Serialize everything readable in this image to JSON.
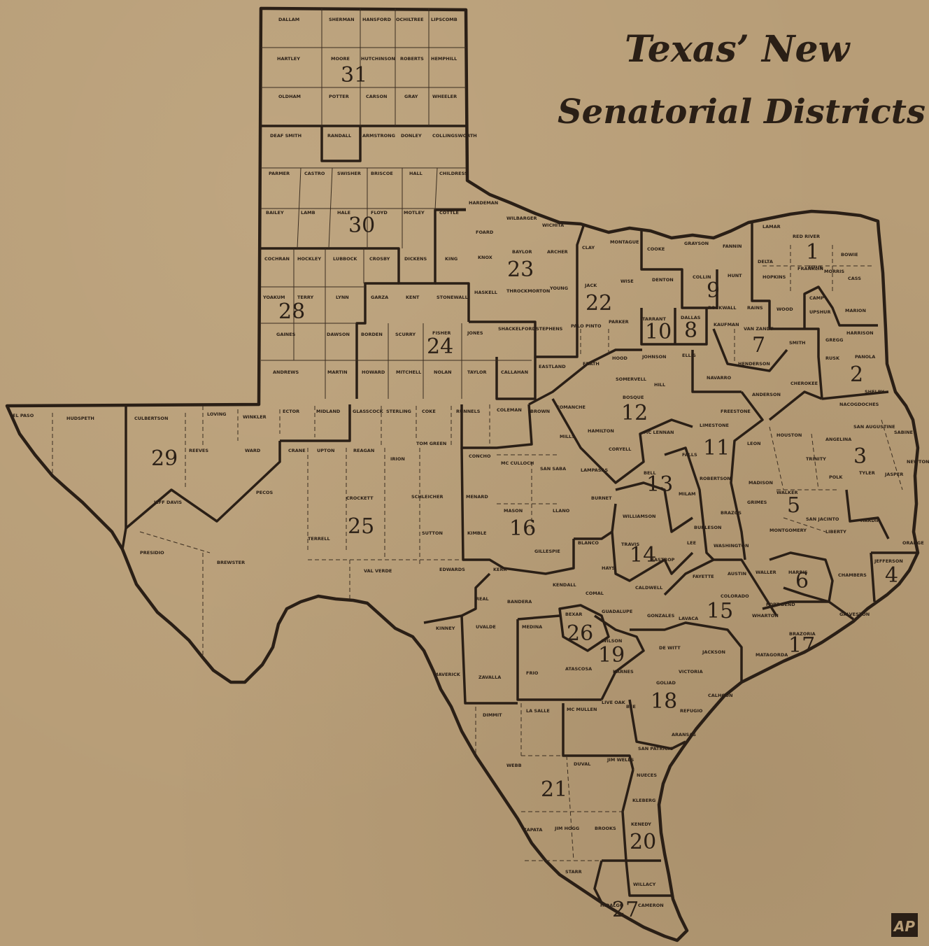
{
  "title": {
    "line1": "Texas’ New",
    "line2": "Senatorial Districts"
  },
  "credit": "AP",
  "districts": [
    "1",
    "2",
    "3",
    "4",
    "5",
    "6",
    "7",
    "8",
    "9",
    "10",
    "11",
    "12",
    "13",
    "14",
    "15",
    "16",
    "17",
    "18",
    "19",
    "20",
    "21",
    "22",
    "23",
    "24",
    "25",
    "26",
    "27",
    "28",
    "29",
    "30",
    "31"
  ],
  "counties": [
    "DALLAM",
    "SHERMAN",
    "HANSFORD",
    "OCHILTREE",
    "LIPSCOMB",
    "HARTLEY",
    "MOORE",
    "HUTCHINSON",
    "ROBERTS",
    "HEMPHILL",
    "OLDHAM",
    "POTTER",
    "CARSON",
    "GRAY",
    "WHEELER",
    "DEAF SMITH",
    "RANDALL",
    "ARMSTRONG",
    "DONLEY",
    "COLLINGSWORTH",
    "PARMER",
    "CASTRO",
    "SWISHER",
    "BRISCOE",
    "HALL",
    "CHILDRESS",
    "BAILEY",
    "LAMB",
    "HALE",
    "FLOYD",
    "MOTLEY",
    "COTTLE",
    "COCHRAN",
    "HOCKLEY",
    "LUBBOCK",
    "CROSBY",
    "DICKENS",
    "KING",
    "YOAKUM",
    "TERRY",
    "LYNN",
    "GARZA",
    "KENT",
    "STONEWALL",
    "GAINES",
    "DAWSON",
    "BORDEN",
    "SCURRY",
    "FISHER",
    "JONES",
    "ANDREWS",
    "MARTIN",
    "HOWARD",
    "MITCHELL",
    "NOLAN",
    "TAYLOR",
    "HARDEMAN",
    "FOARD",
    "WILBARGER",
    "WICHITA",
    "KNOX",
    "BAYLOR",
    "ARCHER",
    "HASKELL",
    "THROCKMORTON",
    "YOUNG",
    "CLAY",
    "MONTAGUE",
    "COOKE",
    "GRAYSON",
    "FANNIN",
    "LAMAR",
    "RED RIVER",
    "BOWIE",
    "JACK",
    "WISE",
    "DENTON",
    "COLLIN",
    "HUNT",
    "DELTA",
    "HOPKINS",
    "FRANKLIN",
    "TITUS",
    "MORRIS",
    "CASS",
    "SHACKELFORD",
    "STEPHENS",
    "PALO PINTO",
    "PARKER",
    "TARRANT",
    "DALLAS",
    "ROCKWALL",
    "RAINS",
    "WOOD",
    "CAMP",
    "UPSHUR",
    "MARION",
    "KAUFMAN",
    "VAN ZANDT",
    "SMITH",
    "GREGG",
    "HARRISON",
    "CALLAHAN",
    "EASTLAND",
    "ERATH",
    "HOOD",
    "JOHNSON",
    "ELLIS",
    "HENDERSON",
    "RUSK",
    "PANOLA",
    "EL PASO",
    "HUDSPETH",
    "CULBERTSON",
    "LOVING",
    "WINKLER",
    "ECTOR",
    "MIDLAND",
    "GLASSCOCK",
    "STERLING",
    "COKE",
    "RUNNELS",
    "COLEMAN",
    "BROWN",
    "COMANCHE",
    "SOMERVELL",
    "BOSQUE",
    "HILL",
    "NAVARRO",
    "ANDERSON",
    "CHEROKEE",
    "SHELBY",
    "NACOGDOCHES",
    "SABINE",
    "REEVES",
    "WARD",
    "CRANE",
    "UPTON",
    "REAGAN",
    "TOM GREEN",
    "IRION",
    "CONCHO",
    "MILLS",
    "HAMILTON",
    "CORYELL",
    "MC LENNAN",
    "LIMESTONE",
    "FREESTONE",
    "LEON",
    "HOUSTON",
    "ANGELINA",
    "SAN AUGUSTINE",
    "NEWTON",
    "JEFF DAVIS",
    "PECOS",
    "CROCKETT",
    "SCHLEICHER",
    "MENARD",
    "MC CULLOCH",
    "SAN SABA",
    "LAMPASAS",
    "BELL",
    "FALLS",
    "ROBERTSON",
    "MADISON",
    "TRINITY",
    "POLK",
    "TYLER",
    "JASPER",
    "PRESIDIO",
    "BREWSTER",
    "TERRELL",
    "SUTTON",
    "KIMBLE",
    "MASON",
    "LLANO",
    "BURNET",
    "WILLIAMSON",
    "MILAM",
    "BRAZOS",
    "GRIMES",
    "WALKER",
    "SAN JACINTO",
    "HARDIN",
    "VAL VERDE",
    "EDWARDS",
    "KERR",
    "GILLESPIE",
    "BLANCO",
    "TRAVIS",
    "LEE",
    "BURLESON",
    "WASHINGTON",
    "MONTGOMERY",
    "LIBERTY",
    "ORANGE",
    "JEFFERSON",
    "REAL",
    "BANDERA",
    "KENDALL",
    "COMAL",
    "HAYS",
    "BASTROP",
    "FAYETTE",
    "AUSTIN",
    "WALLER",
    "HARRIS",
    "CHAMBERS",
    "KINNEY",
    "UVALDE",
    "MEDINA",
    "BEXAR",
    "GUADALUPE",
    "CALDWELL",
    "GONZALES",
    "LAVACA",
    "COLORADO",
    "WHARTON",
    "FORT BEND",
    "GALVESTON",
    "BRAZORIA",
    "MAVERICK",
    "ZAVALLA",
    "FRIO",
    "ATASCOSA",
    "WILSON",
    "KARNES",
    "DE WITT",
    "JACKSON",
    "VICTORIA",
    "GOLIAD",
    "MATAGORDA",
    "CALHOUN",
    "REFUGIO",
    "BEE",
    "LIVE OAK",
    "DIMMIT",
    "LA SALLE",
    "MC MULLEN",
    "SAN PATRICIO",
    "ARANSAS",
    "WEBB",
    "DUVAL",
    "JIM WELLS",
    "NUECES",
    "KLEBERG",
    "ZAPATA",
    "JIM HOGG",
    "BROOKS",
    "KENEDY",
    "STARR",
    "HIDALGO",
    "WILLACY",
    "CAMERON"
  ]
}
